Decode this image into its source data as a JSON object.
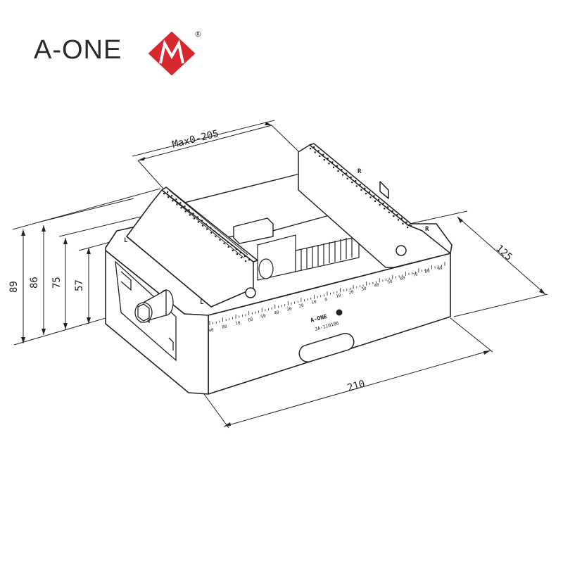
{
  "brand": {
    "name": "A-ONE",
    "registered": "®",
    "accent_color": "#d7282f"
  },
  "drawing": {
    "dimensions": {
      "max_opening": "Max0-205",
      "height_89": "89",
      "height_86": "86",
      "height_75": "75",
      "height_57": "57",
      "depth_125": "125",
      "length_210": "210"
    },
    "jaw_labels": {
      "left_top": "L",
      "left_front": "L",
      "right_top": "R",
      "right_side": "R"
    },
    "scale_left": [
      "90",
      "80",
      "70",
      "60",
      "50",
      "40",
      "30",
      "20",
      "10"
    ],
    "scale_center": "0",
    "scale_right": [
      "10",
      "20",
      "30",
      "40",
      "50",
      "60",
      "70",
      "80",
      "90"
    ],
    "body_brand": "A-ONE",
    "part_number": "3A-110186"
  }
}
